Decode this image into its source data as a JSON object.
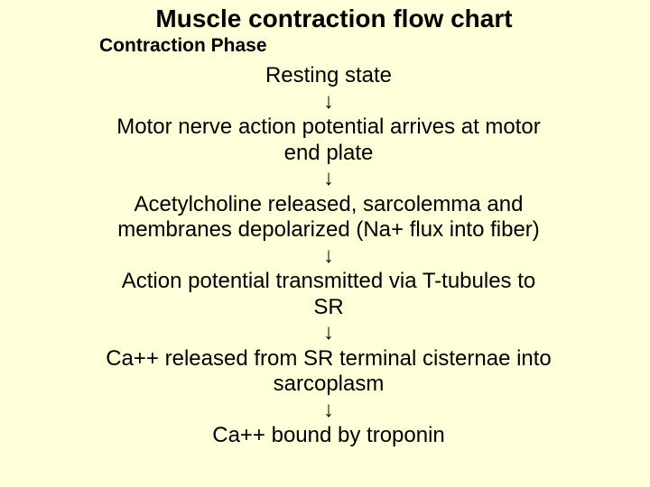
{
  "colors": {
    "background": "#FFFFD9",
    "text": "#000000"
  },
  "slide": {
    "title": "Muscle contraction flow chart",
    "subtitle": "Contraction Phase"
  },
  "flow": {
    "arrow_glyph": "↓",
    "steps": [
      {
        "lines": [
          "Resting state"
        ]
      },
      {
        "lines": [
          "Motor nerve action potential arrives at motor",
          "end plate"
        ]
      },
      {
        "lines": [
          "Acetylcholine released, sarcolemma and",
          "membranes depolarized (Na+ flux into fiber)"
        ]
      },
      {
        "lines": [
          "Action potential transmitted via T-tubules to",
          "SR"
        ]
      },
      {
        "lines": [
          "Ca++ released from SR terminal cisternae into",
          "sarcoplasm"
        ]
      },
      {
        "lines": [
          "Ca++ bound by troponin"
        ]
      }
    ]
  }
}
